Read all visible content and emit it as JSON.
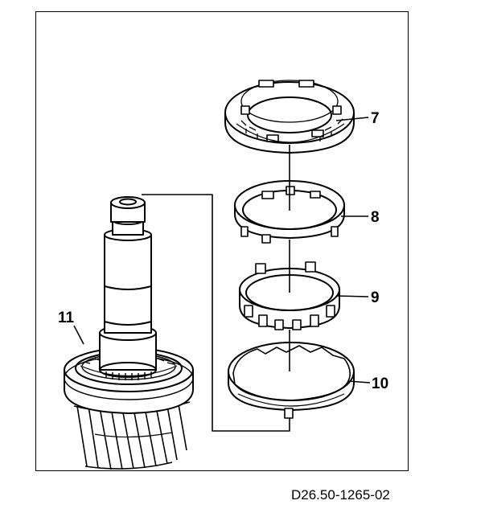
{
  "figure_code": "D26.50-1265-02",
  "callouts": {
    "item7": "7",
    "item8": "8",
    "item9": "9",
    "item10": "10",
    "item11": "11"
  },
  "colors": {
    "ink": "#000000",
    "paper": "#ffffff"
  }
}
